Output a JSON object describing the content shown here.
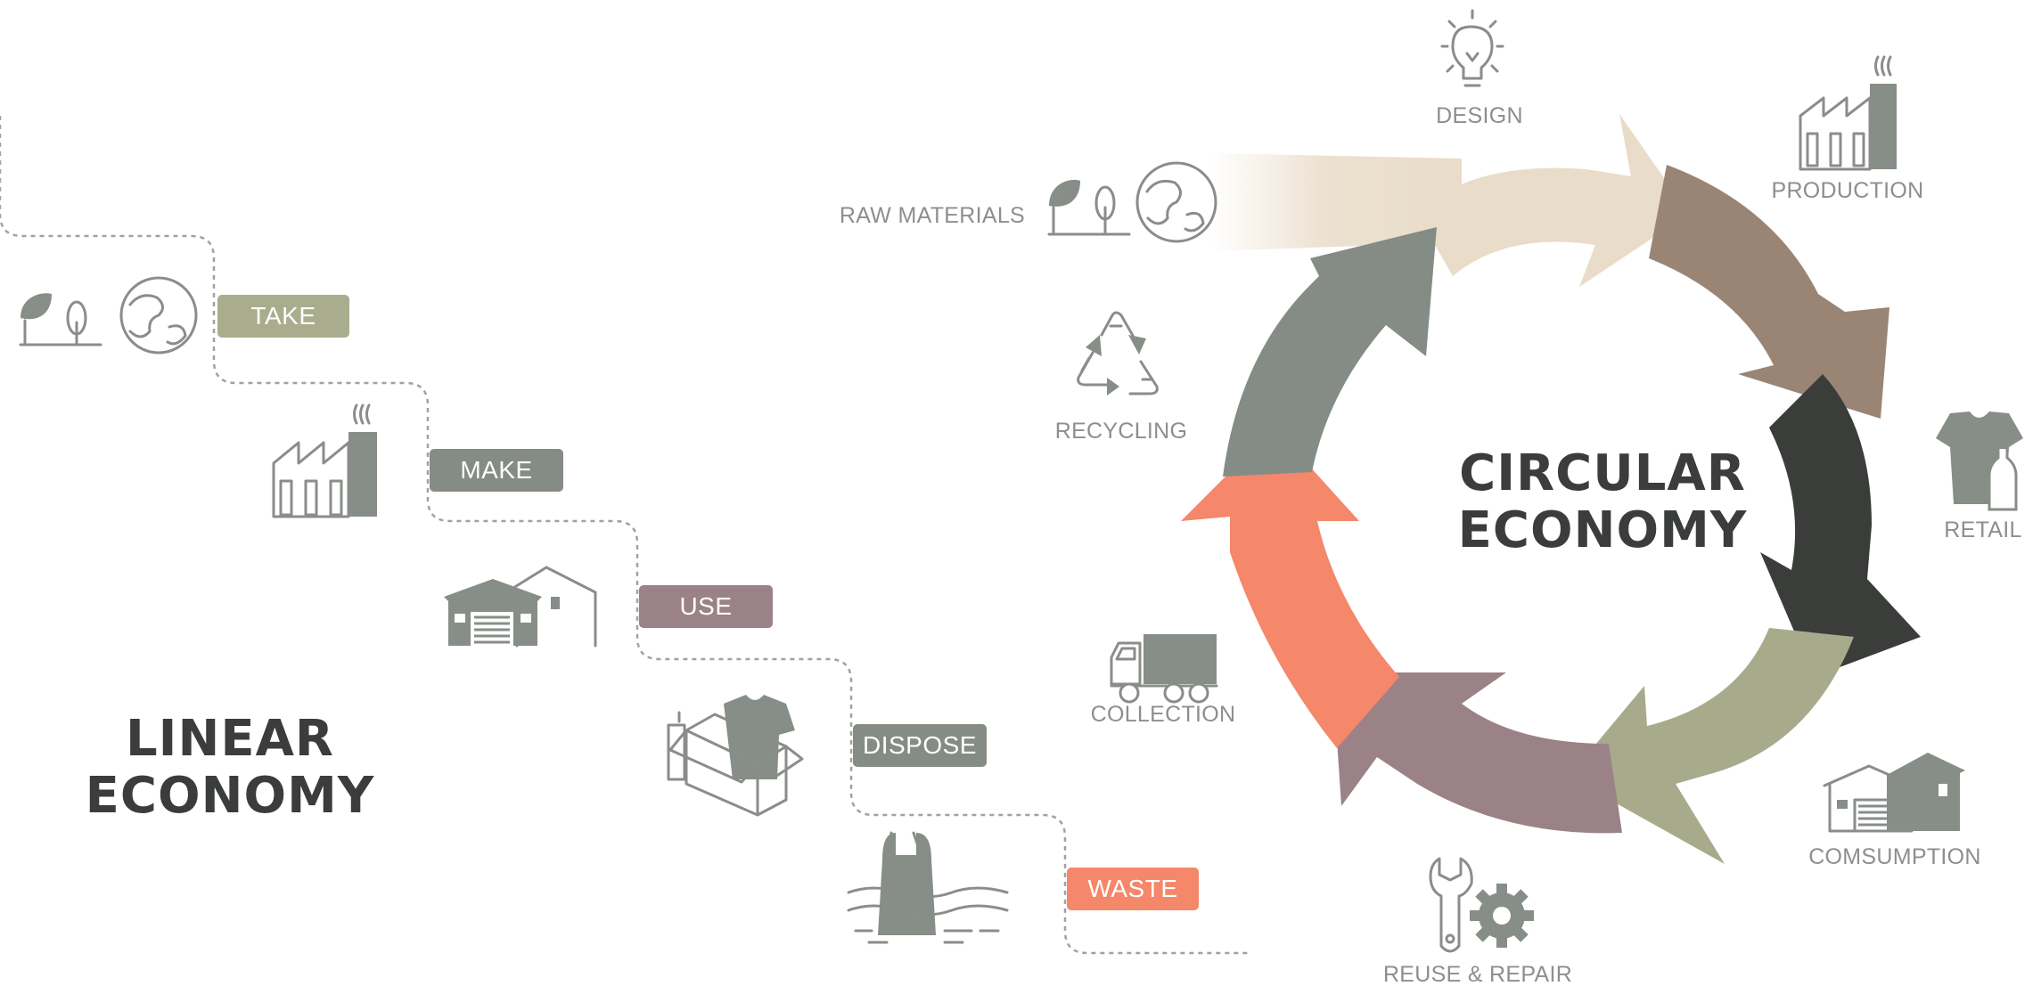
{
  "linear": {
    "title_line1": "LINEAR",
    "title_line2": "ECONOMY",
    "steps": [
      {
        "label": "TAKE",
        "color": "#a9ad8d",
        "icon": "nature-globe-icon"
      },
      {
        "label": "MAKE",
        "color": "#858c86",
        "icon": "factory-icon"
      },
      {
        "label": "USE",
        "color": "#9b8287",
        "icon": "house-garage-icon"
      },
      {
        "label": "DISPOSE",
        "color": "#858c86",
        "icon": "box-clothes-icon"
      },
      {
        "label": "WASTE",
        "color": "#f5876a",
        "icon": "plastic-bag-water-icon"
      }
    ]
  },
  "circular": {
    "title_line1": "CIRCULAR",
    "title_line2": "ECONOMY",
    "stages": [
      {
        "label": "RAW MATERIALS",
        "icon": "nature-globe-icon"
      },
      {
        "label": "DESIGN",
        "icon": "lightbulb-icon"
      },
      {
        "label": "PRODUCTION",
        "icon": "factory-icon"
      },
      {
        "label": "RETAIL",
        "icon": "tshirt-bottle-icon"
      },
      {
        "label": "COMSUMPTION",
        "icon": "house-garage-icon"
      },
      {
        "label": "REUSE & REPAIR",
        "icon": "wrench-gear-icon"
      },
      {
        "label": "COLLECTION",
        "icon": "truck-icon"
      },
      {
        "label": "RECYCLING",
        "icon": "recycle-icon"
      }
    ],
    "arrow_colors": [
      "#e9dcc8",
      "#9a8575",
      "#3b3d3b",
      "#a7ab8b",
      "#9b8287",
      "#f5876a",
      "#858c86"
    ]
  }
}
